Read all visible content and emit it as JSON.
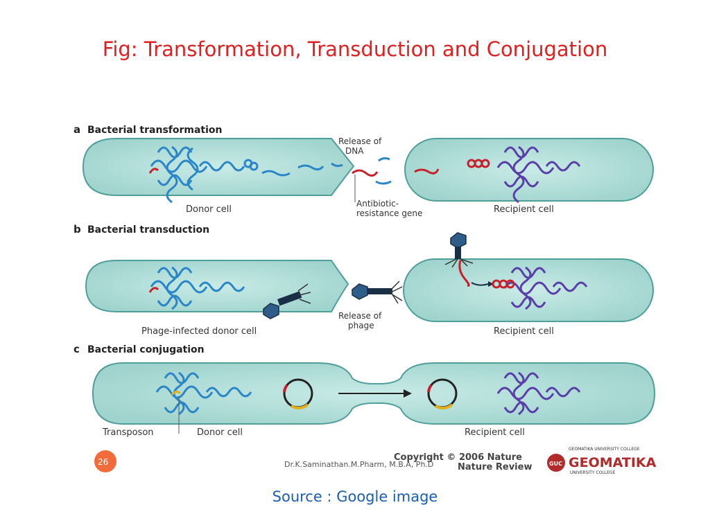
{
  "slide": {
    "title": "Fig: Transformation, Transduction and Conjugation",
    "source": "Source  : Google image",
    "title_color": "#e02020",
    "source_color": "#1a5fb4"
  },
  "figure": {
    "panel_a": {
      "letter": "a",
      "heading": "Bacterial transformation",
      "donor_label": "Donor cell",
      "recipient_label": "Recipient cell",
      "release_label_1": "Release of",
      "release_label_2": "DNA",
      "gene_label_1": "Antibiotic-",
      "gene_label_2": "resistance gene"
    },
    "panel_b": {
      "letter": "b",
      "heading": "Bacterial transduction",
      "donor_label": "Phage-infected donor cell",
      "recipient_label": "Recipient cell",
      "release_label_1": "Release of",
      "release_label_2": "phage"
    },
    "panel_c": {
      "letter": "c",
      "heading": "Bacterial conjugation",
      "transposon_label": "Transposon",
      "donor_label": "Donor cell",
      "recipient_label": "Recipient cell"
    },
    "footer": {
      "slide_number": "26",
      "author": "Dr.K.Saminathan.M.Pharm, M.B.A, Ph.D",
      "copyright": "Copyright © 2006 Nature",
      "journal": "Nature Review",
      "college_small": "GEOMATIKA UNIVERSITY COLLEGE",
      "college_name": "GEOMATIKA",
      "college_sub": "UNIVERSITY COLLEGE",
      "logo_letters": "GUC"
    },
    "colors": {
      "cell_fill": "#b9e0dc",
      "cell_stroke": "#4f9e9a",
      "donor_dna": "#2b86c8",
      "recipient_dna": "#5b3fa8",
      "gene_red": "#c8202a",
      "transposon_yellow": "#e0b020",
      "badge_orange": "#f26b3a"
    }
  }
}
